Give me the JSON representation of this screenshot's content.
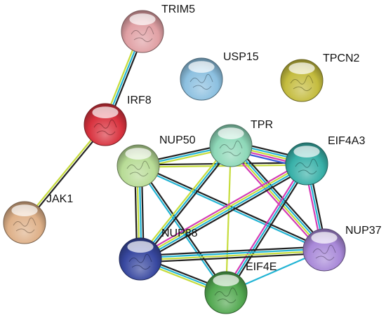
{
  "nodes": [
    {
      "id": "TRIM5",
      "label": "TRIM5",
      "color": "#e0a0a4"
    },
    {
      "id": "USP15",
      "label": "USP15",
      "color": "#8cc0e0"
    },
    {
      "id": "TPCN2",
      "label": "TPCN2",
      "color": "#c4bc3e"
    },
    {
      "id": "IRF8",
      "label": "IRF8",
      "color": "#d8323e"
    },
    {
      "id": "TPR",
      "label": "TPR",
      "color": "#8ed8b8"
    },
    {
      "id": "NUP50",
      "label": "NUP50",
      "color": "#b8dc96"
    },
    {
      "id": "EIF4A3",
      "label": "EIF4A3",
      "color": "#38b0a8"
    },
    {
      "id": "JAK1",
      "label": "JAK1",
      "color": "#deb088"
    },
    {
      "id": "NUP88",
      "label": "NUP88",
      "color": "#3848a0"
    },
    {
      "id": "NUP37",
      "label": "NUP37",
      "color": "#a888d8"
    },
    {
      "id": "EIF4E",
      "label": "EIF4E",
      "color": "#52a850"
    }
  ],
  "edge_colors": {
    "black": "#222222",
    "cyan": "#22b4d4",
    "yellow": "#c6dc3c",
    "magenta": "#d43cb4",
    "blue": "#3656d8"
  },
  "edges": [
    {
      "source": "TRIM5",
      "target": "IRF8",
      "evidence": [
        "black",
        "cyan",
        "yellow"
      ]
    },
    {
      "source": "IRF8",
      "target": "JAK1",
      "evidence": [
        "black",
        "yellow"
      ]
    },
    {
      "source": "NUP50",
      "target": "TPR",
      "evidence": [
        "black",
        "cyan",
        "yellow"
      ]
    },
    {
      "source": "NUP50",
      "target": "EIF4A3",
      "evidence": [
        "black",
        "yellow"
      ]
    },
    {
      "source": "NUP50",
      "target": "NUP88",
      "evidence": [
        "black",
        "cyan",
        "yellow",
        "black"
      ]
    },
    {
      "source": "NUP50",
      "target": "NUP37",
      "evidence": [
        "black",
        "cyan"
      ]
    },
    {
      "source": "NUP50",
      "target": "EIF4E",
      "evidence": [
        "black",
        "cyan"
      ]
    },
    {
      "source": "TPR",
      "target": "EIF4A3",
      "evidence": [
        "black",
        "cyan",
        "yellow",
        "magenta",
        "blue"
      ]
    },
    {
      "source": "TPR",
      "target": "NUP88",
      "evidence": [
        "black",
        "cyan",
        "yellow"
      ]
    },
    {
      "source": "TPR",
      "target": "NUP37",
      "evidence": [
        "black",
        "cyan",
        "yellow",
        "magenta"
      ]
    },
    {
      "source": "TPR",
      "target": "EIF4E",
      "evidence": [
        "yellow"
      ]
    },
    {
      "source": "EIF4A3",
      "target": "NUP88",
      "evidence": [
        "black",
        "cyan",
        "yellow",
        "magenta"
      ]
    },
    {
      "source": "EIF4A3",
      "target": "NUP37",
      "evidence": [
        "black",
        "cyan",
        "magenta"
      ]
    },
    {
      "source": "EIF4A3",
      "target": "EIF4E",
      "evidence": [
        "black",
        "cyan",
        "magenta"
      ]
    },
    {
      "source": "NUP88",
      "target": "NUP37",
      "evidence": [
        "black",
        "cyan",
        "yellow",
        "black"
      ]
    },
    {
      "source": "NUP88",
      "target": "EIF4E",
      "evidence": [
        "black",
        "cyan",
        "yellow"
      ]
    },
    {
      "source": "NUP37",
      "target": "EIF4E",
      "evidence": [
        "cyan"
      ]
    }
  ]
}
